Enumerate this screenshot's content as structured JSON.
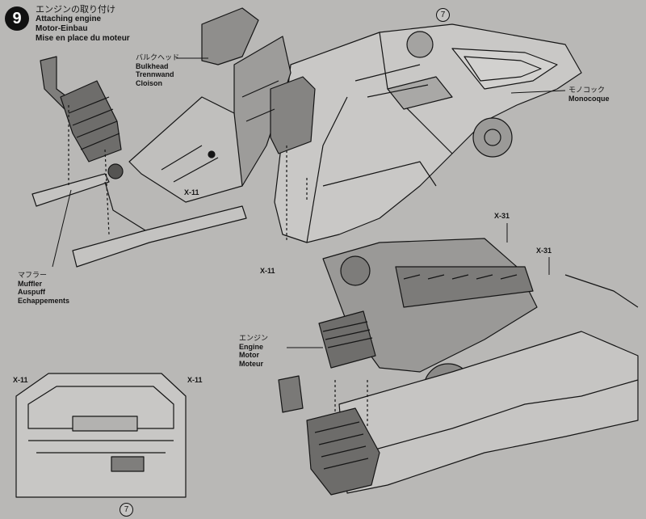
{
  "step": {
    "number": "9",
    "title_ja": "エンジンの取り付け",
    "title_en": "Attaching engine",
    "title_de": "Motor-Einbau",
    "title_fr": "Mise en place du moteur"
  },
  "labels": {
    "bulkhead": {
      "ja": "バルクヘッド",
      "en": "Bulkhead",
      "de": "Trennwand",
      "fr": "Cloison"
    },
    "monocoque": {
      "ja": "モノコック",
      "en": "Monocoque"
    },
    "muffler": {
      "ja": "マフラー",
      "en": "Muffler",
      "de": "Auspuff",
      "fr": "Echappements"
    },
    "engine": {
      "ja": "エンジン",
      "en": "Engine",
      "de": "Motor",
      "fr": "Moteur"
    }
  },
  "parts": {
    "x11": "X-11",
    "x31": "X-31"
  },
  "callouts": {
    "ref7": "7"
  },
  "colors": {
    "paper": "#b9b8b6",
    "ink": "#151515",
    "part_shade": "#8f8e8c"
  }
}
